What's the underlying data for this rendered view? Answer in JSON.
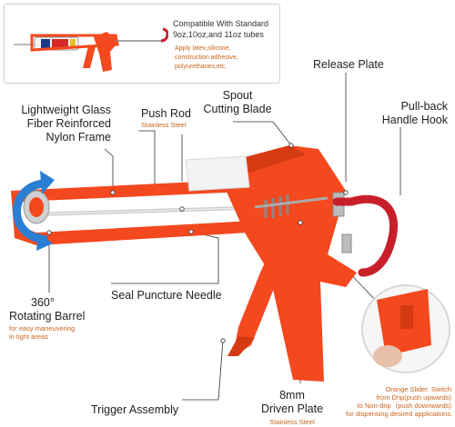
{
  "inset": {
    "compat_line1": "Compatible With Standard",
    "compat_line2": "9oz,10oz,and 11oz tubes",
    "apply_line1": "Apply latex,silicone,",
    "apply_line2": "construction adhesive,",
    "apply_line3": "polyurethanes,etc."
  },
  "labels": {
    "frame_line1": "Lightweight Glass",
    "frame_line2": "Fiber Reinforced",
    "frame_line3": "Nylon Frame",
    "push_rod": "Push Rod",
    "push_rod_sub": "Stainless Steel",
    "spout_line1": "Spout",
    "spout_line2": "Cutting Blade",
    "release_plate": "Release Plate",
    "hook_line1": "Pull-back",
    "hook_line2": "Handle Hook",
    "seal_needle": "Seal Puncture Needle",
    "barrel_line1": "360°",
    "barrel_line2": "Rotating Barrel",
    "barrel_sub1": "for easy maneuvering",
    "barrel_sub2": "in tight areas",
    "trigger": "Trigger Assembly",
    "driven_line1": "8mm",
    "driven_line2": "Driven Plate",
    "driven_sub": "Stainless Steel",
    "slider_line1": "Orange Slider: Switch",
    "slider_line2": "from Drip(push upwards)",
    "slider_line3": "to Non-drip（push downwards)",
    "slider_line4": "for dispensing desired  applications."
  },
  "colors": {
    "gun_orange": "#f4481e",
    "gun_dark": "#d63a12",
    "hook_red": "#c8202a",
    "accent_text": "#c8641c",
    "arrow_blue": "#2a7fd4"
  }
}
